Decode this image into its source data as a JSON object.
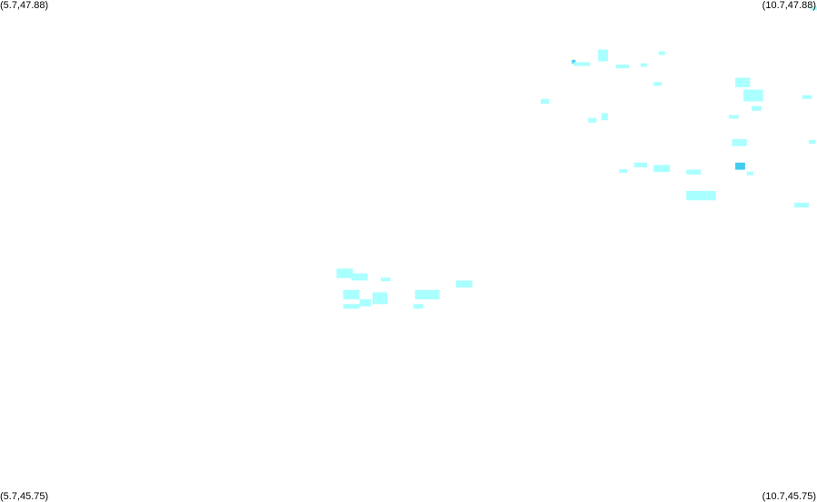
{
  "corners": {
    "top_left": "(5.7,47.88)",
    "top_right": "(10.7,47.88)",
    "bottom_left": "(5.7,45.75)",
    "bottom_right": "(10.7,45.75)"
  },
  "colors": {
    "light": "#aaffff",
    "strong": "#44ccf0",
    "background": "#ffffff"
  },
  "chart_data": {
    "type": "heatmap",
    "xlim": [
      5.7,
      10.7
    ],
    "ylim": [
      45.75,
      47.88
    ],
    "grid": false,
    "cells": [
      {
        "lon": 9.2,
        "lat": 47.61,
        "w": 0.02,
        "h": 0.016,
        "level": 1
      },
      {
        "lon": 9.21,
        "lat": 47.6,
        "w": 0.1,
        "h": 0.016,
        "level": 0
      },
      {
        "lon": 9.36,
        "lat": 47.62,
        "w": 0.06,
        "h": 0.05,
        "level": 0
      },
      {
        "lon": 9.47,
        "lat": 47.59,
        "w": 0.08,
        "h": 0.016,
        "level": 0
      },
      {
        "lon": 9.62,
        "lat": 47.6,
        "w": 0.04,
        "h": 0.012,
        "level": 0
      },
      {
        "lon": 9.7,
        "lat": 47.52,
        "w": 0.05,
        "h": 0.012,
        "level": 0
      },
      {
        "lon": 9.73,
        "lat": 47.65,
        "w": 0.04,
        "h": 0.012,
        "level": 0
      },
      {
        "lon": 9.01,
        "lat": 47.44,
        "w": 0.05,
        "h": 0.02,
        "level": 0
      },
      {
        "lon": 9.3,
        "lat": 47.36,
        "w": 0.05,
        "h": 0.02,
        "level": 0
      },
      {
        "lon": 9.38,
        "lat": 47.37,
        "w": 0.04,
        "h": 0.03,
        "level": 0
      },
      {
        "lon": 10.2,
        "lat": 47.51,
        "w": 0.09,
        "h": 0.04,
        "level": 0
      },
      {
        "lon": 10.25,
        "lat": 47.45,
        "w": 0.12,
        "h": 0.05,
        "level": 0
      },
      {
        "lon": 10.3,
        "lat": 47.41,
        "w": 0.06,
        "h": 0.02,
        "level": 0
      },
      {
        "lon": 10.16,
        "lat": 47.38,
        "w": 0.06,
        "h": 0.012,
        "level": 0
      },
      {
        "lon": 10.61,
        "lat": 47.46,
        "w": 0.06,
        "h": 0.016,
        "level": 0
      },
      {
        "lon": 10.65,
        "lat": 47.27,
        "w": 0.04,
        "h": 0.016,
        "level": 0
      },
      {
        "lon": 10.66,
        "lat": 47.84,
        "w": 0.04,
        "h": 0.012,
        "level": 0
      },
      {
        "lon": 10.18,
        "lat": 47.26,
        "w": 0.09,
        "h": 0.03,
        "level": 0
      },
      {
        "lon": 10.2,
        "lat": 47.16,
        "w": 0.06,
        "h": 0.03,
        "level": 1
      },
      {
        "lon": 10.27,
        "lat": 47.14,
        "w": 0.04,
        "h": 0.012,
        "level": 0
      },
      {
        "lon": 9.58,
        "lat": 47.17,
        "w": 0.08,
        "h": 0.02,
        "level": 0
      },
      {
        "lon": 9.7,
        "lat": 47.15,
        "w": 0.1,
        "h": 0.03,
        "level": 0
      },
      {
        "lon": 9.49,
        "lat": 47.15,
        "w": 0.05,
        "h": 0.012,
        "level": 0
      },
      {
        "lon": 9.9,
        "lat": 47.14,
        "w": 0.09,
        "h": 0.02,
        "level": 0
      },
      {
        "lon": 9.9,
        "lat": 47.03,
        "w": 0.18,
        "h": 0.04,
        "level": 0
      },
      {
        "lon": 10.56,
        "lat": 47.0,
        "w": 0.09,
        "h": 0.02,
        "level": 0
      },
      {
        "lon": 7.76,
        "lat": 46.7,
        "w": 0.1,
        "h": 0.04,
        "level": 0
      },
      {
        "lon": 7.85,
        "lat": 46.69,
        "w": 0.1,
        "h": 0.03,
        "level": 0
      },
      {
        "lon": 8.03,
        "lat": 46.69,
        "w": 0.06,
        "h": 0.012,
        "level": 0
      },
      {
        "lon": 7.8,
        "lat": 46.61,
        "w": 0.1,
        "h": 0.04,
        "level": 0
      },
      {
        "lon": 7.8,
        "lat": 46.57,
        "w": 0.1,
        "h": 0.02,
        "level": 0
      },
      {
        "lon": 7.9,
        "lat": 46.58,
        "w": 0.07,
        "h": 0.03,
        "level": 0
      },
      {
        "lon": 7.98,
        "lat": 46.59,
        "w": 0.09,
        "h": 0.05,
        "level": 0
      },
      {
        "lon": 8.24,
        "lat": 46.61,
        "w": 0.15,
        "h": 0.04,
        "level": 0
      },
      {
        "lon": 8.23,
        "lat": 46.57,
        "w": 0.06,
        "h": 0.02,
        "level": 0
      },
      {
        "lon": 8.49,
        "lat": 46.66,
        "w": 0.1,
        "h": 0.03,
        "level": 0
      }
    ]
  }
}
